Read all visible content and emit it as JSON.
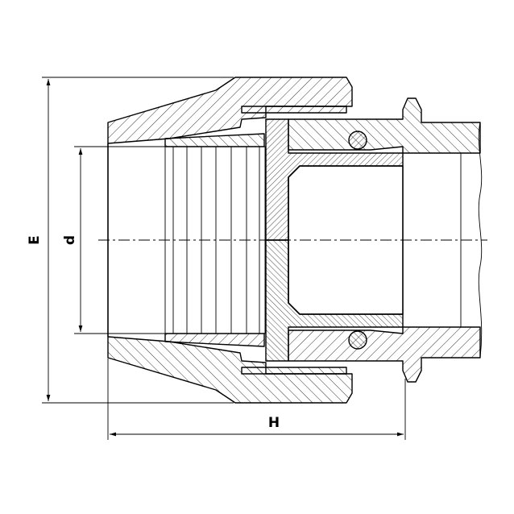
{
  "dimensions": {
    "E": "E",
    "d": "d",
    "H": "H"
  }
}
